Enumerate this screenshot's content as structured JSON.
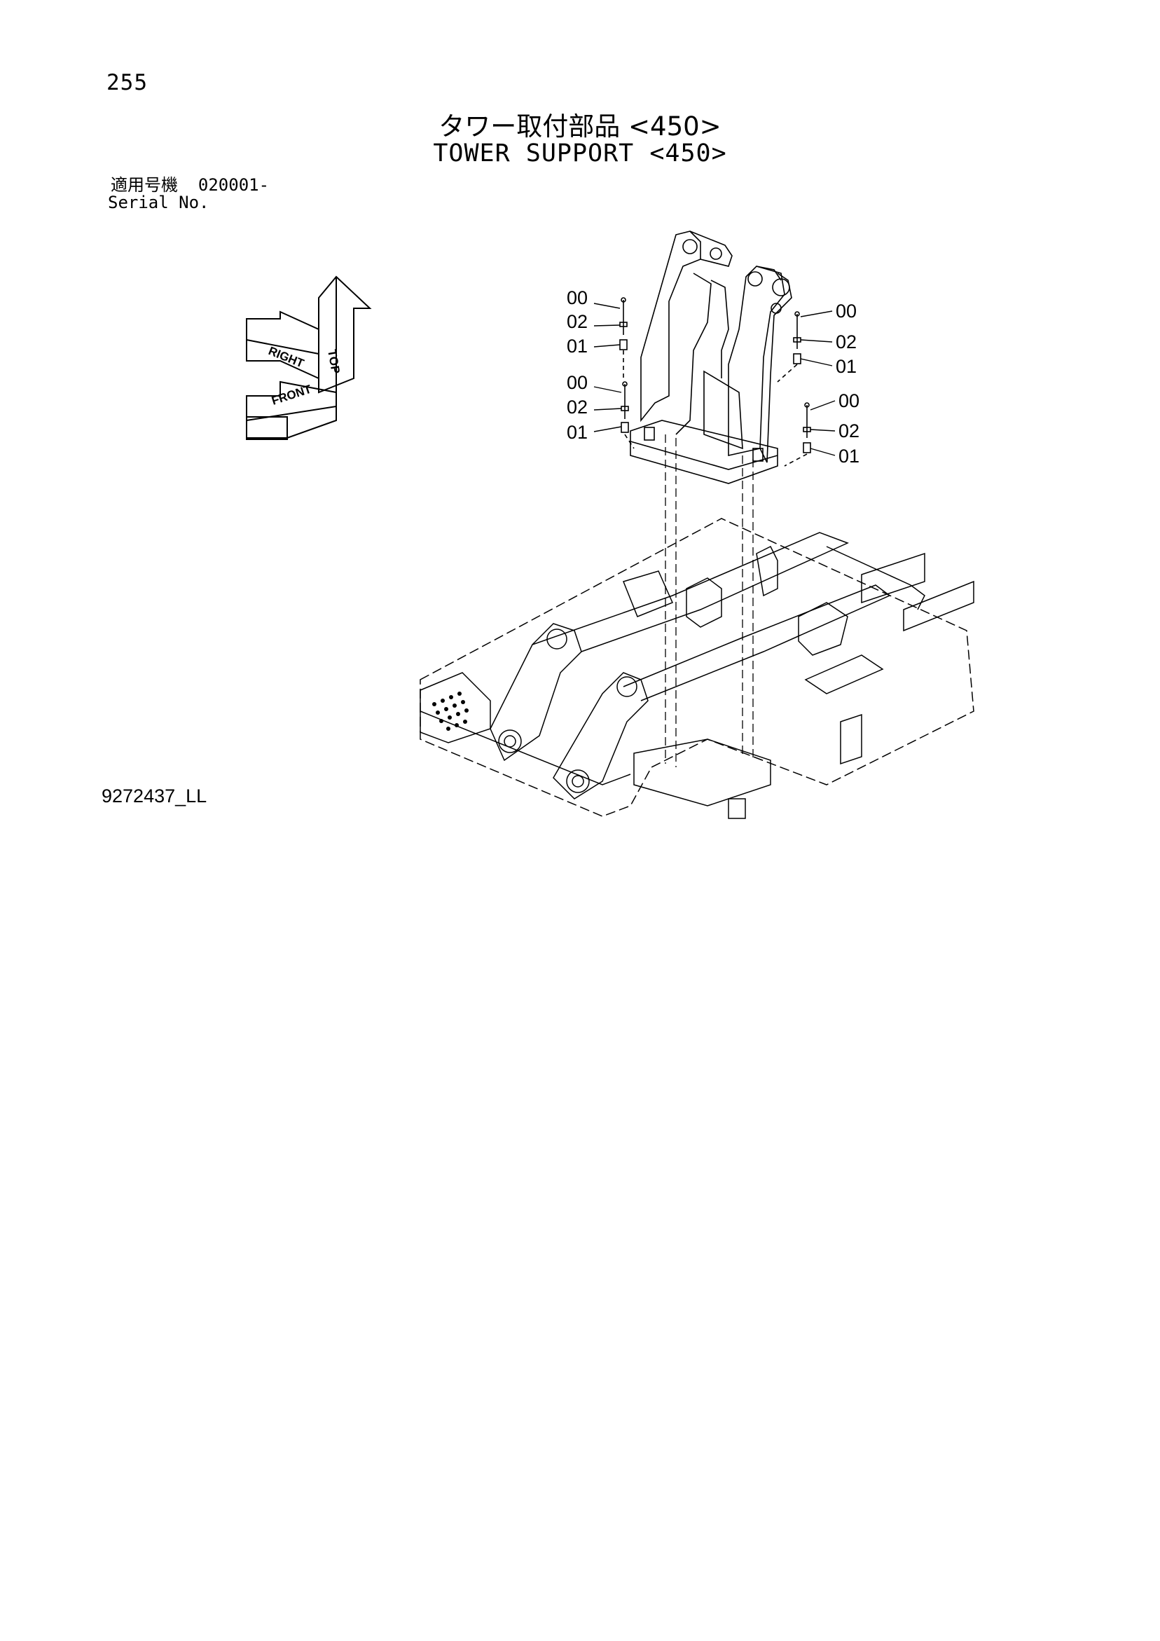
{
  "page": {
    "number": "255"
  },
  "title": {
    "japanese": "タワー取付部品 <450>",
    "english": "TOWER SUPPORT <450>"
  },
  "serial": {
    "label_jp": "適用号機",
    "value": "020001-",
    "label_en": "Serial No."
  },
  "orientation": {
    "top": "TOP",
    "right": "RIGHT",
    "front": "FRONT"
  },
  "callouts": {
    "left_upper": [
      "00",
      "02",
      "01"
    ],
    "left_lower": [
      "00",
      "02",
      "01"
    ],
    "right_upper": [
      "00",
      "02",
      "01"
    ],
    "right_lower": [
      "00",
      "02",
      "01"
    ]
  },
  "drawing_id": "9272437_LL"
}
